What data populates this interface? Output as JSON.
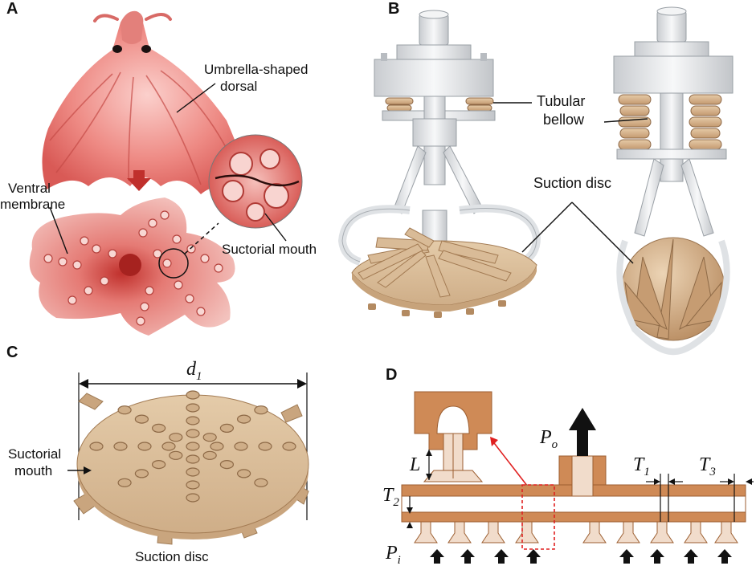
{
  "panels": {
    "a": {
      "letter": "A",
      "labels": {
        "dorsal_line1": "Umbrella-shaped",
        "dorsal_line2": "dorsal",
        "ventral_line1": "Ventral",
        "ventral_line2": "membrane",
        "suctorial_mouth": "Suctorial mouth"
      }
    },
    "b": {
      "letter": "B",
      "labels": {
        "bellow_line1": "Tubular",
        "bellow_line2": "bellow",
        "suction_disc": "Suction disc"
      }
    },
    "c": {
      "letter": "C",
      "labels": {
        "d_symbol": "d",
        "d_sub": "1",
        "mouth_line1": "Suctorial",
        "mouth_line2": "mouth",
        "suction_disc": "Suction disc"
      }
    },
    "d": {
      "letter": "D",
      "labels": {
        "po_symbol": "P",
        "po_sub": "o",
        "pi_symbol": "P",
        "pi_sub": "i",
        "l_symbol": "L",
        "t1_symbol": "T",
        "t1_sub": "1",
        "t2_symbol": "T",
        "t2_sub": "2",
        "t3_symbol": "T",
        "t3_sub": "3"
      }
    }
  },
  "colors": {
    "octopus_red": "#e06a6a",
    "octopus_light": "#f4b4b0",
    "gripper_metal": "#e9ebed",
    "bellow_tan": "#c9a07c",
    "disc_tan": "#d9bb97",
    "section_orange": "#cf8a56",
    "section_light": "#f1dccb",
    "arrow_red": "#e02020"
  }
}
